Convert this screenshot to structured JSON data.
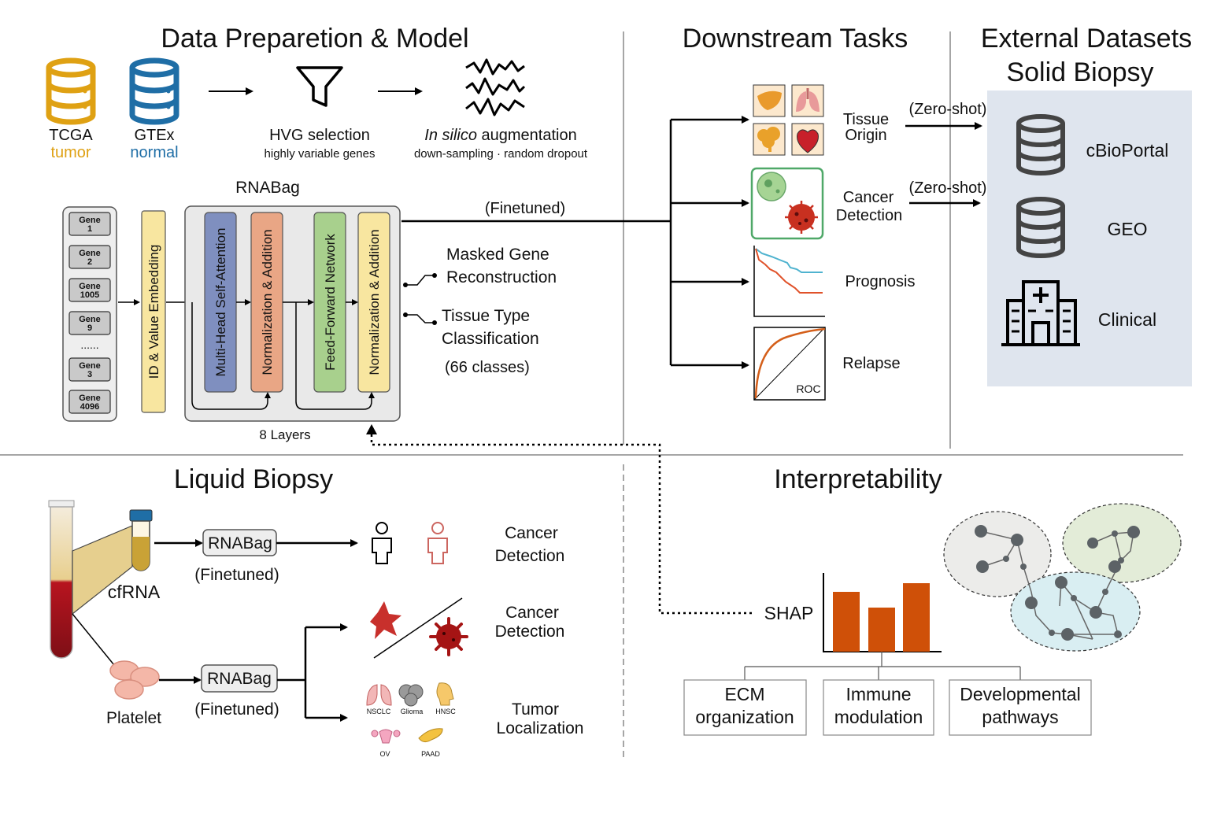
{
  "sections": {
    "data_prep": "Data Preparetion & Model",
    "downstream": "Downstream Tasks",
    "external_line1": "External Datasets",
    "external_line2": "Solid Biopsy",
    "liquid": "Liquid Biopsy",
    "interpretability": "Interpretability"
  },
  "datasets": {
    "tcga_name": "TCGA",
    "tcga_type": "tumor",
    "gtex_name": "GTEx",
    "gtex_type": "normal",
    "hvg_title": "HVG selection",
    "hvg_sub": "highly variable genes",
    "aug_title_italic": "In silico",
    "aug_title_rest": " augmentation",
    "aug_sub": "down-sampling · random dropout"
  },
  "model": {
    "name": "RNABag",
    "genes": [
      {
        "l1": "Gene",
        "l2": "1"
      },
      {
        "l1": "Gene",
        "l2": "2"
      },
      {
        "l1": "Gene",
        "l2": "1005"
      },
      {
        "l1": "Gene",
        "l2": "9"
      },
      {
        "l1": "Gene",
        "l2": "3"
      },
      {
        "l1": "Gene",
        "l2": "4096"
      }
    ],
    "ellipsis": "......",
    "embedding": "ID & Value Embedding",
    "blocks": [
      "Multi-Head Self-Attention",
      "Normalization & Addition",
      "Feed-Forward Network",
      "Normalization & Addition"
    ],
    "layers": "8 Layers",
    "finetuned": "(Finetuned)",
    "pretrain_tasks": [
      {
        "l1": "Masked Gene",
        "l2": "Reconstruction"
      },
      {
        "l1": "Tissue Type",
        "l2": "Classification"
      }
    ],
    "classes": "(66 classes)"
  },
  "downstream": {
    "tasks": [
      {
        "l1": "Tissue",
        "l2": "Origin"
      },
      {
        "l1": "Cancer",
        "l2": "Detection"
      },
      {
        "l1": "Prognosis",
        "l2": ""
      },
      {
        "l1": "Relapse",
        "l2": ""
      }
    ],
    "zero_shot": "(Zero-shot)",
    "roc": "ROC"
  },
  "external": {
    "items": [
      "cBioPortal",
      "GEO",
      "Clinical"
    ]
  },
  "liquid": {
    "cfrna": "cfRNA",
    "platelet": "Platelet",
    "model_label": "RNABag",
    "finetuned": "(Finetuned)",
    "cancer_detection_l1": "Cancer",
    "cancer_detection_l2": "Detection",
    "tumor_loc_l1": "Tumor",
    "tumor_loc_l2": "Localization",
    "organs": [
      "NSCLC",
      "Glioma",
      "HNSC",
      "OV",
      "PAAD"
    ]
  },
  "interp": {
    "shap": "SHAP",
    "pathways": [
      {
        "l1": "ECM",
        "l2": "organization"
      },
      {
        "l1": "Immune",
        "l2": "modulation"
      },
      {
        "l1": "Developmental",
        "l2": "pathways"
      }
    ]
  },
  "colors": {
    "tcga": "#dfa113",
    "gtex": "#1f6ea6",
    "attention": "#7f8fbf",
    "norm": "#e9a685",
    "ffn": "#a8d08d",
    "norm2": "#f8e6a0",
    "external_bg": "#dfe5ee",
    "shap_bar": "#cf5008",
    "blood": "#a81620"
  }
}
